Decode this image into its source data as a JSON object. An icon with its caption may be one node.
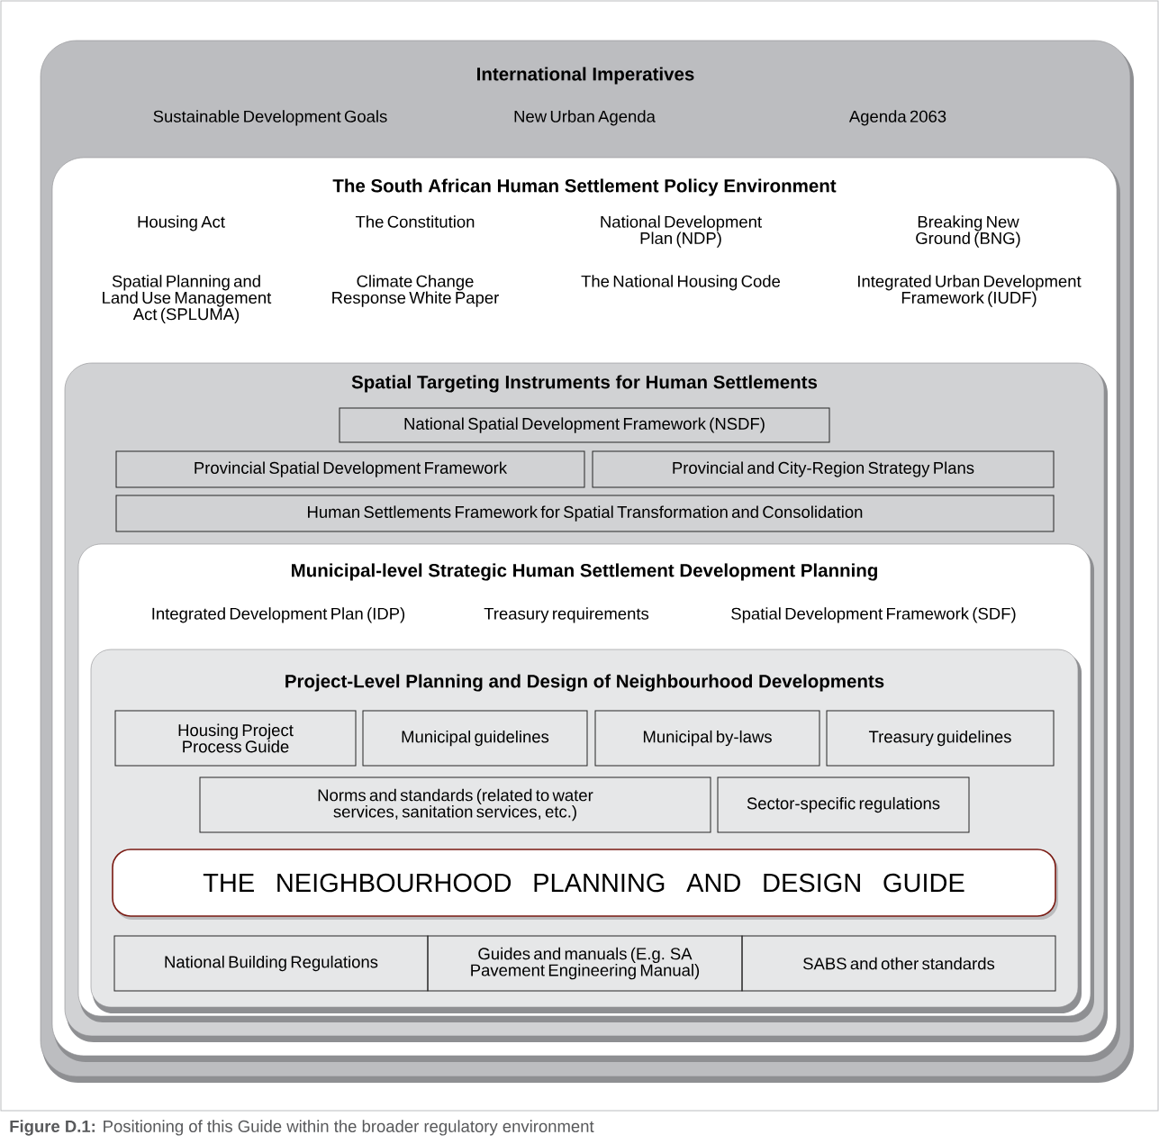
{
  "diagram": {
    "caption": "**Figure D.1:** Positioning of this Guide within the broader regulatory environment",
    "nodes": [
      {
        "text": [
          "International Imperatives",
          "Sustainable Development Goals",
          "New Urban Agenda",
          "Agenda 2063"
        ]
      },
      {
        "text": [
          "The South African Human Settlement Policy Environment",
          "Housing Act",
          "The Constitution",
          "National Development Plan (NDP)",
          "Breaking New Ground (BNG)",
          "Spatial Planning and Land Use Management Act (SPLUMA)",
          "Climate Change Response White Paper",
          "The National Housing Code",
          "Integrated Urban Development Framework (IUDF)"
        ],
        "in": 0
      },
      {
        "text": [
          "Spatial Targeting Instruments for Human Settlements"
        ],
        "in": 1
      },
      {
        "text": [
          "National Spatial Development Framework (NSDF)"
        ],
        "in": 2
      },
      {
        "text": [
          "Provincial Spatial Development Framework"
        ],
        "in": 2
      },
      {
        "text": [
          "Provincial and City-Region Strategy Plans"
        ],
        "in": 2
      },
      {
        "text": [
          "Human Settlements Framework for Spatial Transformation and Consolidation"
        ],
        "in": 2
      },
      {
        "text": [
          "Municipal-level Strategic Human Settlement Development Planning",
          "Integrated Development Plan (IDP)",
          "Treasury requirements",
          "Spatial Development Framework (SDF)"
        ],
        "in": 2
      },
      {
        "text": [
          "Project-Level Planning and Design of Neighbourhood Developments"
        ],
        "in": 7
      },
      {
        "text": [
          "Housing Project Process Guide"
        ],
        "in": 8
      },
      {
        "text": [
          "Municipal guidelines"
        ],
        "in": 8
      },
      {
        "text": [
          "Municipal by-laws"
        ],
        "in": 8
      },
      {
        "text": [
          "Treasury guidelines"
        ],
        "in": 8
      },
      {
        "text": [
          "Norms and standards (related to water services, sanitation services, etc.)"
        ],
        "in": 8
      },
      {
        "text": [
          "Sector-specific regulations"
        ],
        "in": 8
      },
      {
        "text": [
          "THE NEIGHBOURHOOD PLANNING AND DESIGN GUIDE"
        ],
        "in": 8
      },
      {
        "text": [
          "National Building Regulations"
        ],
        "in": 8
      },
      {
        "text": [
          "Guides and manuals (E.g. SA Pavement Engineering Manual)"
        ],
        "in": 8
      },
      {
        "text": [
          "SABS and other standards"
        ],
        "in": 8
      }
    ]
  }
}
